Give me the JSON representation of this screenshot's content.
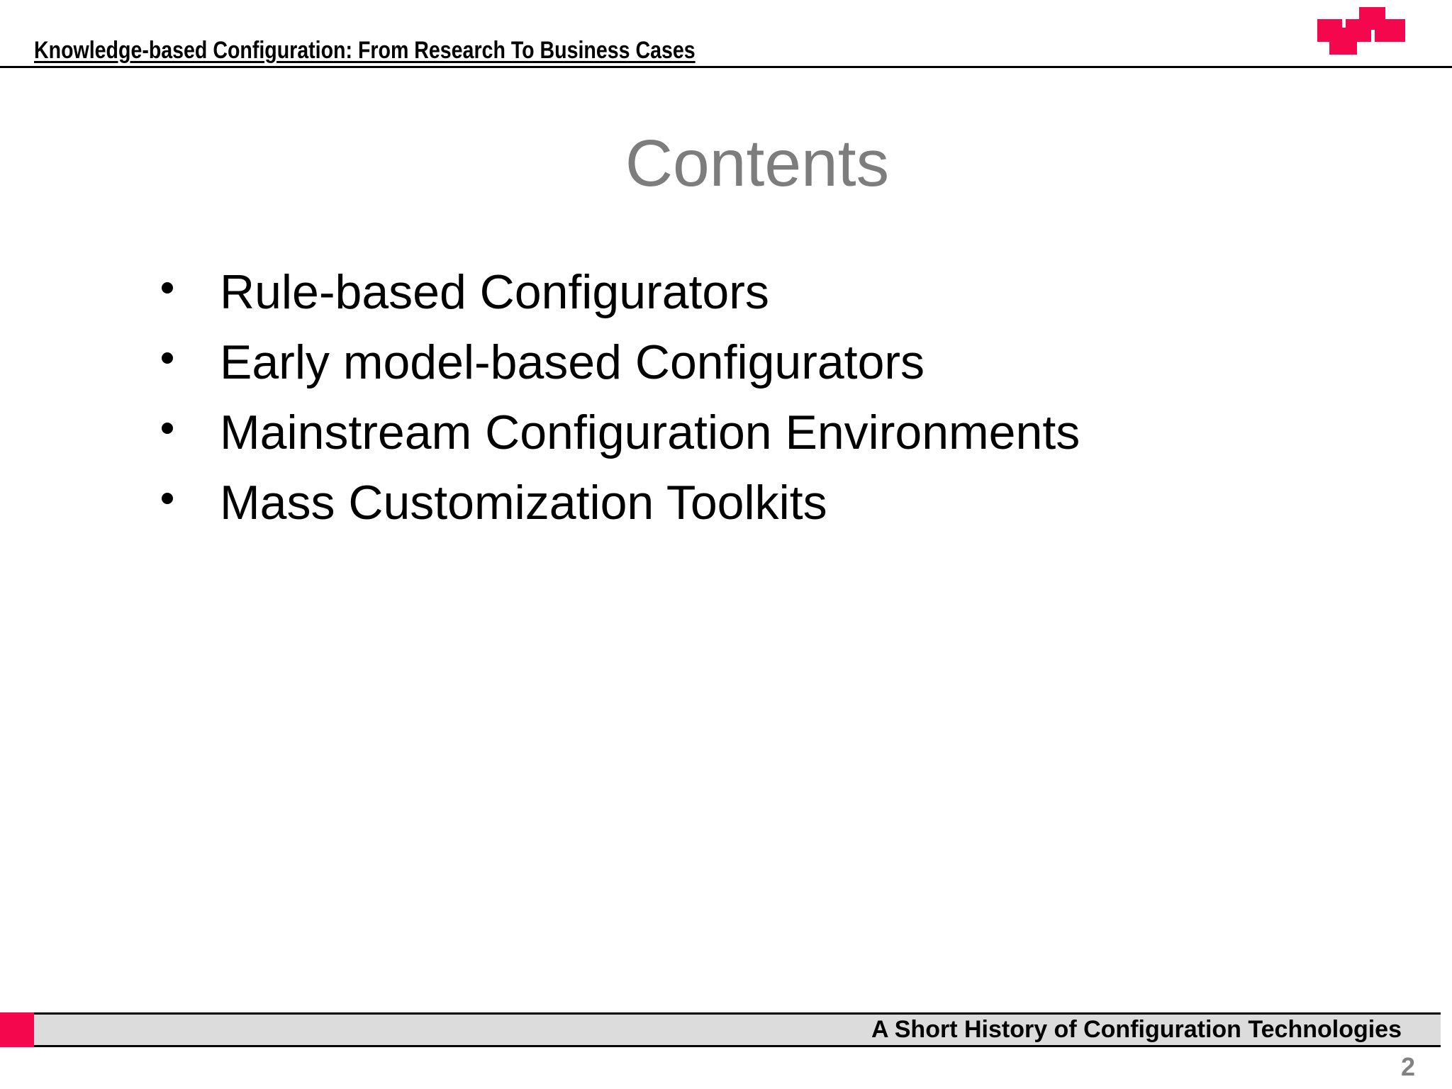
{
  "header": {
    "title": "Knowledge-based Configuration: From Research To Business Cases"
  },
  "logo": {
    "name": "pixel-blocks-logo",
    "color": "#F5074E"
  },
  "content": {
    "title": "Contents",
    "bullets": [
      "Rule-based Configurators",
      "Early model-based Configurators",
      "Mainstream Configuration Environments",
      "Mass Customization Toolkits"
    ]
  },
  "footer": {
    "label": "A Short History of Configuration Technologies",
    "page_number": "2"
  },
  "colors": {
    "accent_red": "#F5074E",
    "bar_gray": "#DCDCDC",
    "title_gray": "#7D7D7D",
    "page_number_gray": "#828282"
  }
}
